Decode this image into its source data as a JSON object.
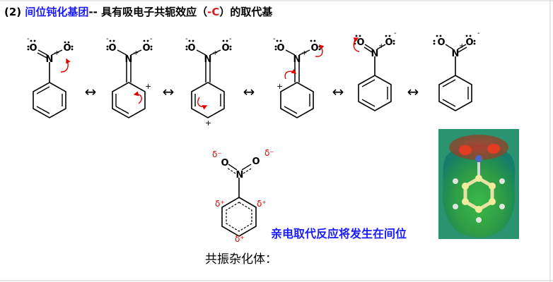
{
  "header": {
    "number": "(2)",
    "term": "间位钝化基团",
    "dashes": "--",
    "desc_pre": "具有吸电子共轭效应（",
    "effect": "-C",
    "desc_post": "）的取代基"
  },
  "resonance": {
    "atoms": {
      "nitrogen": "N",
      "oxygen": "O",
      "lone_pair": ":",
      "plus": "+",
      "minus": "-"
    },
    "arrow": "↔"
  },
  "hybrid": {
    "delta_minus": "δ⁻",
    "delta_plus": "δ⁺"
  },
  "note": "亲电取代反应将发生在间位",
  "hybrid_label": "共振杂化体：",
  "colors": {
    "blue": "#1a1aff",
    "red": "#d42020",
    "frame": "#cfcfcf"
  }
}
